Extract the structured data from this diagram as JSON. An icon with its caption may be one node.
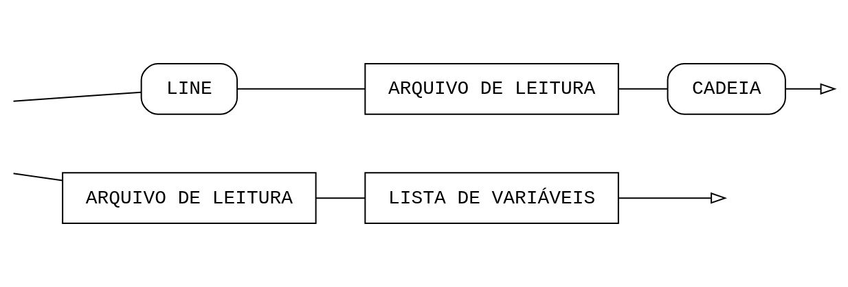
{
  "diagram": {
    "nodes": [
      {
        "text": [
          "LINE"
        ]
      },
      {
        "text": [
          "ARQUIVO DE LEITURA"
        ]
      },
      {
        "text": [
          "CADEIA"
        ]
      },
      {
        "text": [
          "ARQUIVO DE LEITURA"
        ]
      },
      {
        "text": [
          "LISTA DE VARIÁVEIS"
        ]
      }
    ],
    "edges": [
      {
        "from": null,
        "to": 0,
        "arrow": "none"
      },
      {
        "from": 0,
        "to": 1,
        "arrow": "none"
      },
      {
        "from": 1,
        "to": 2,
        "arrow": "none"
      },
      {
        "from": 2,
        "to": null,
        "arrow": "to"
      },
      {
        "from": null,
        "to": 3,
        "arrow": "none"
      },
      {
        "from": 3,
        "to": 4,
        "arrow": "none"
      },
      {
        "from": 4,
        "to": null,
        "arrow": "to"
      }
    ]
  }
}
